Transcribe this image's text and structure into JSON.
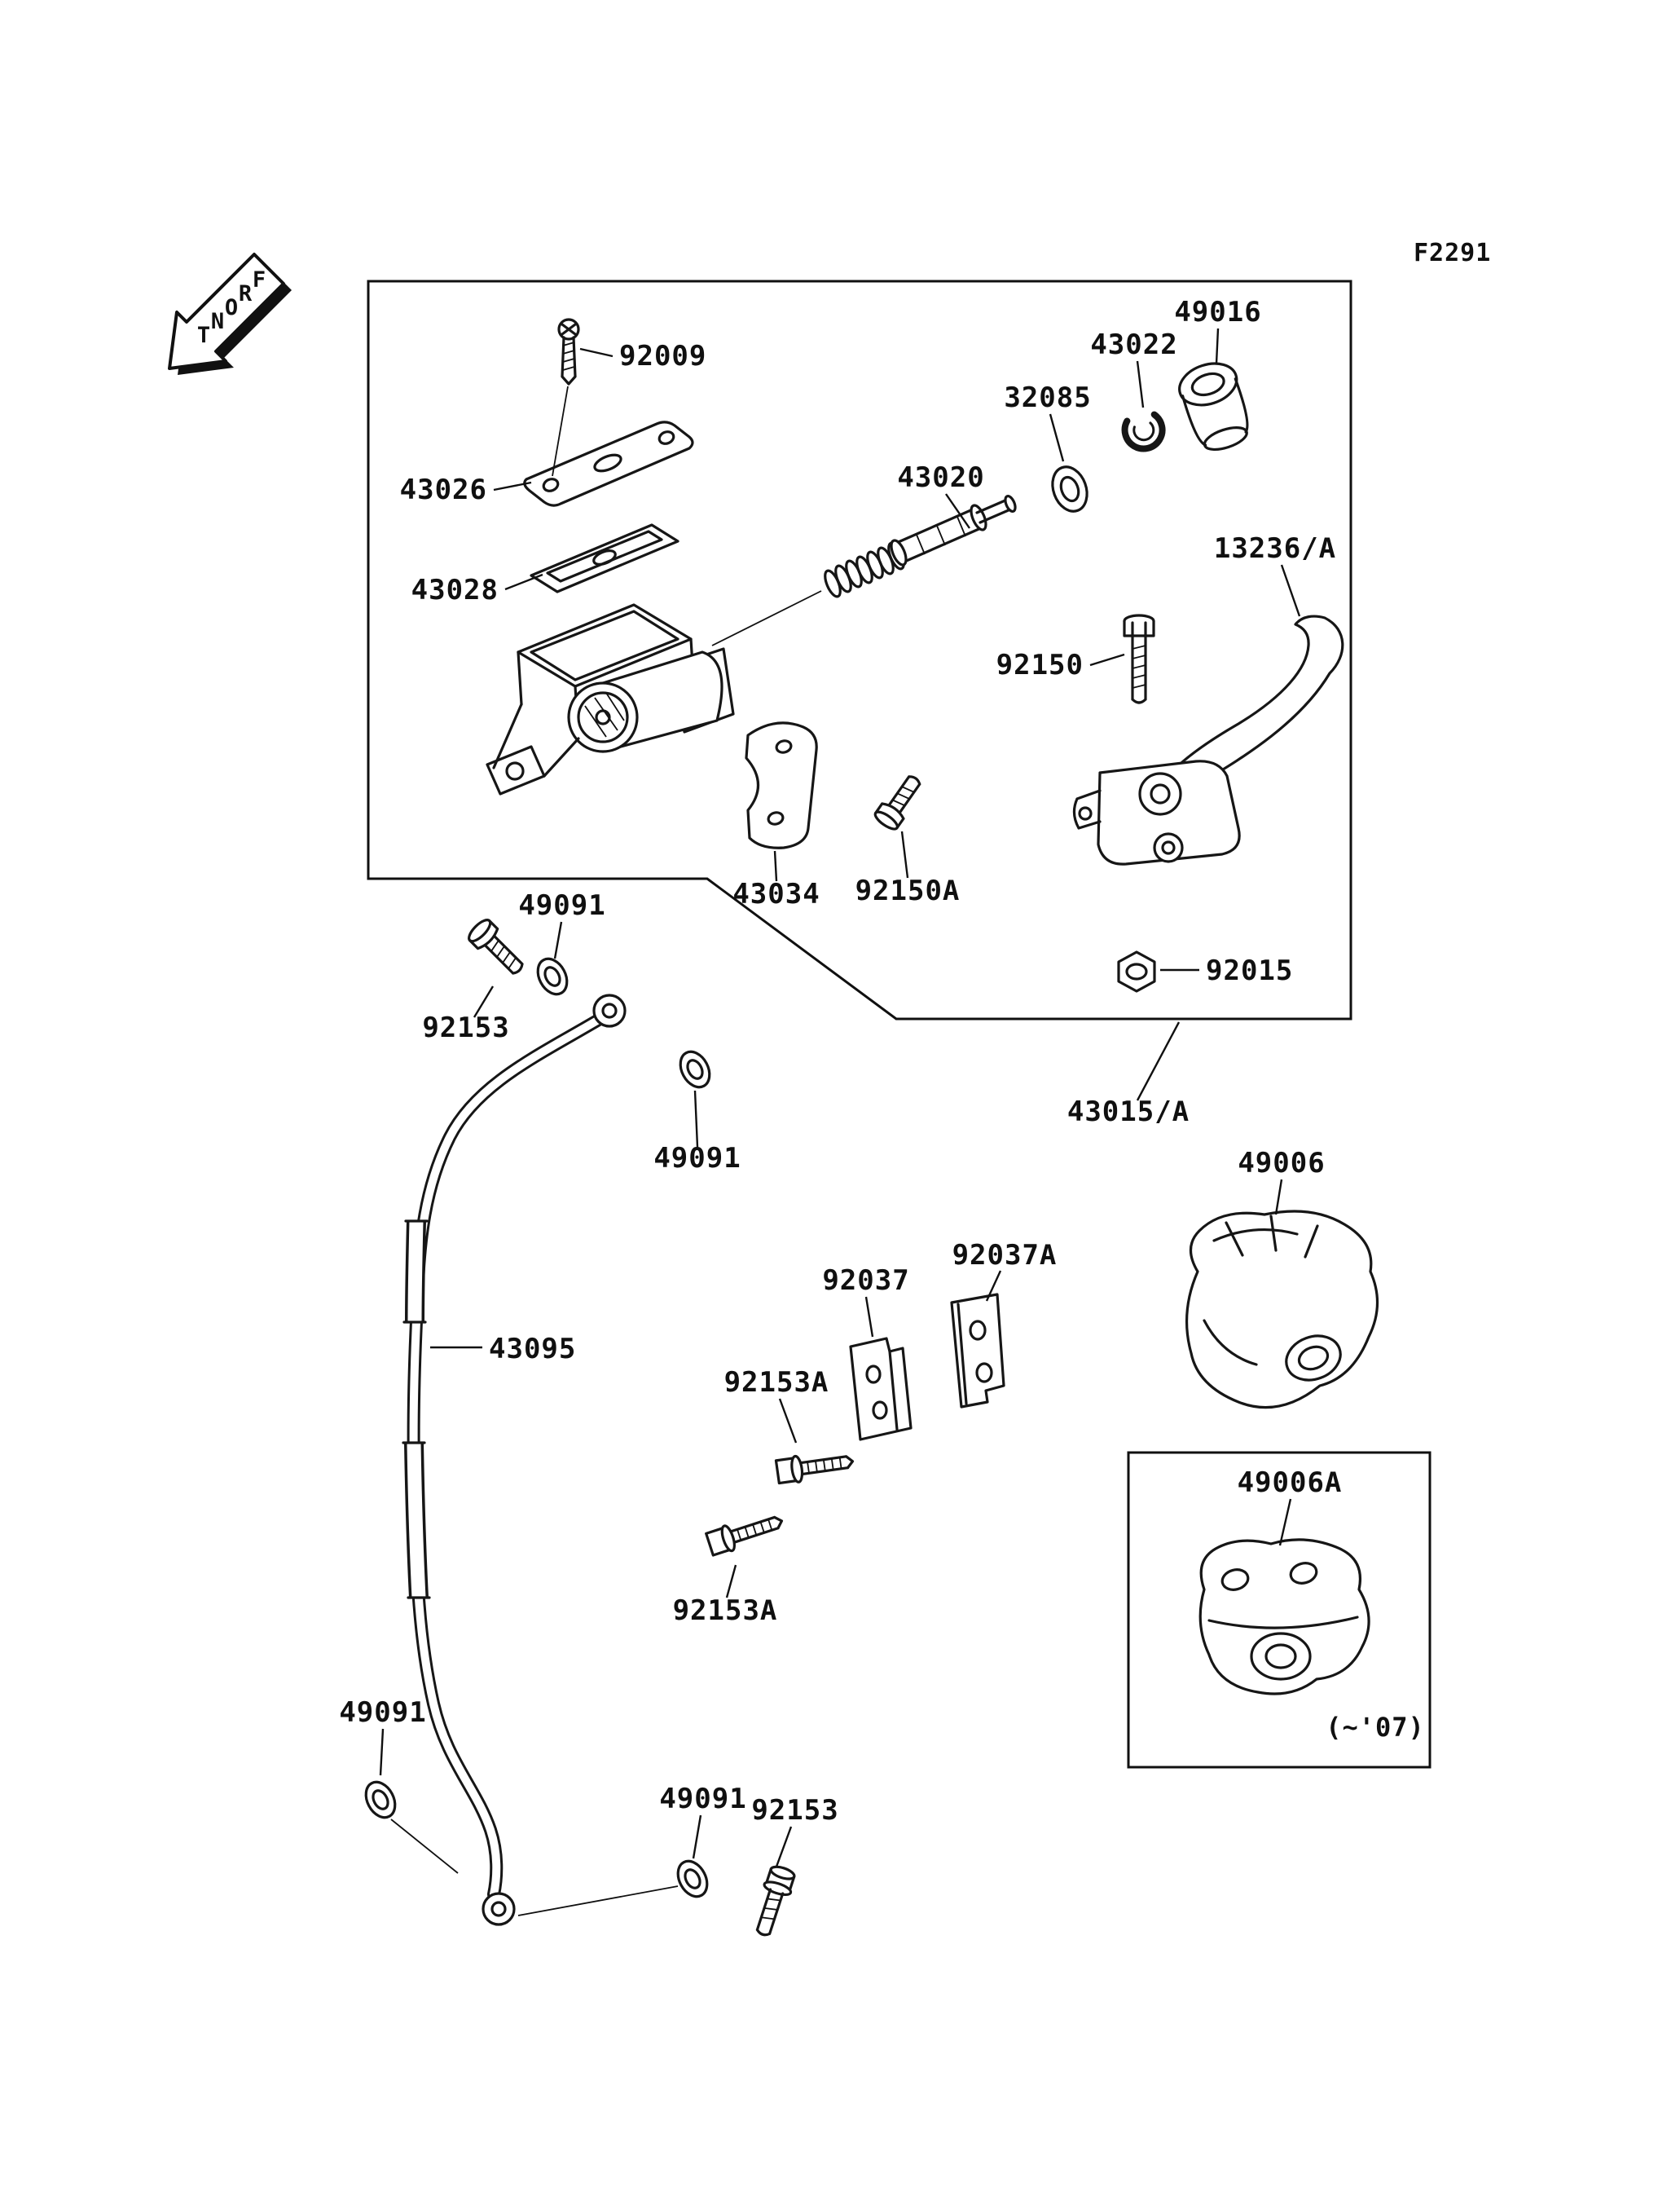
{
  "figure_code": "F2291",
  "front_marker": "FRONT",
  "note": "(~'07)",
  "parts": {
    "92009": "92009",
    "43026": "43026",
    "43028": "43028",
    "43020": "43020",
    "32085": "32085",
    "43022": "43022",
    "49016": "49016",
    "13236A": "13236/A",
    "92150": "92150",
    "92150A": "92150A",
    "43034": "43034",
    "92015": "92015",
    "43015A": "43015/A",
    "49091": "49091",
    "92153": "92153",
    "43095": "43095",
    "92037": "92037",
    "92037A": "92037A",
    "92153A": "92153A",
    "49006": "49006",
    "49006A": "49006A"
  },
  "colors": {
    "ink": "#101010",
    "paper": "#ffffff"
  }
}
